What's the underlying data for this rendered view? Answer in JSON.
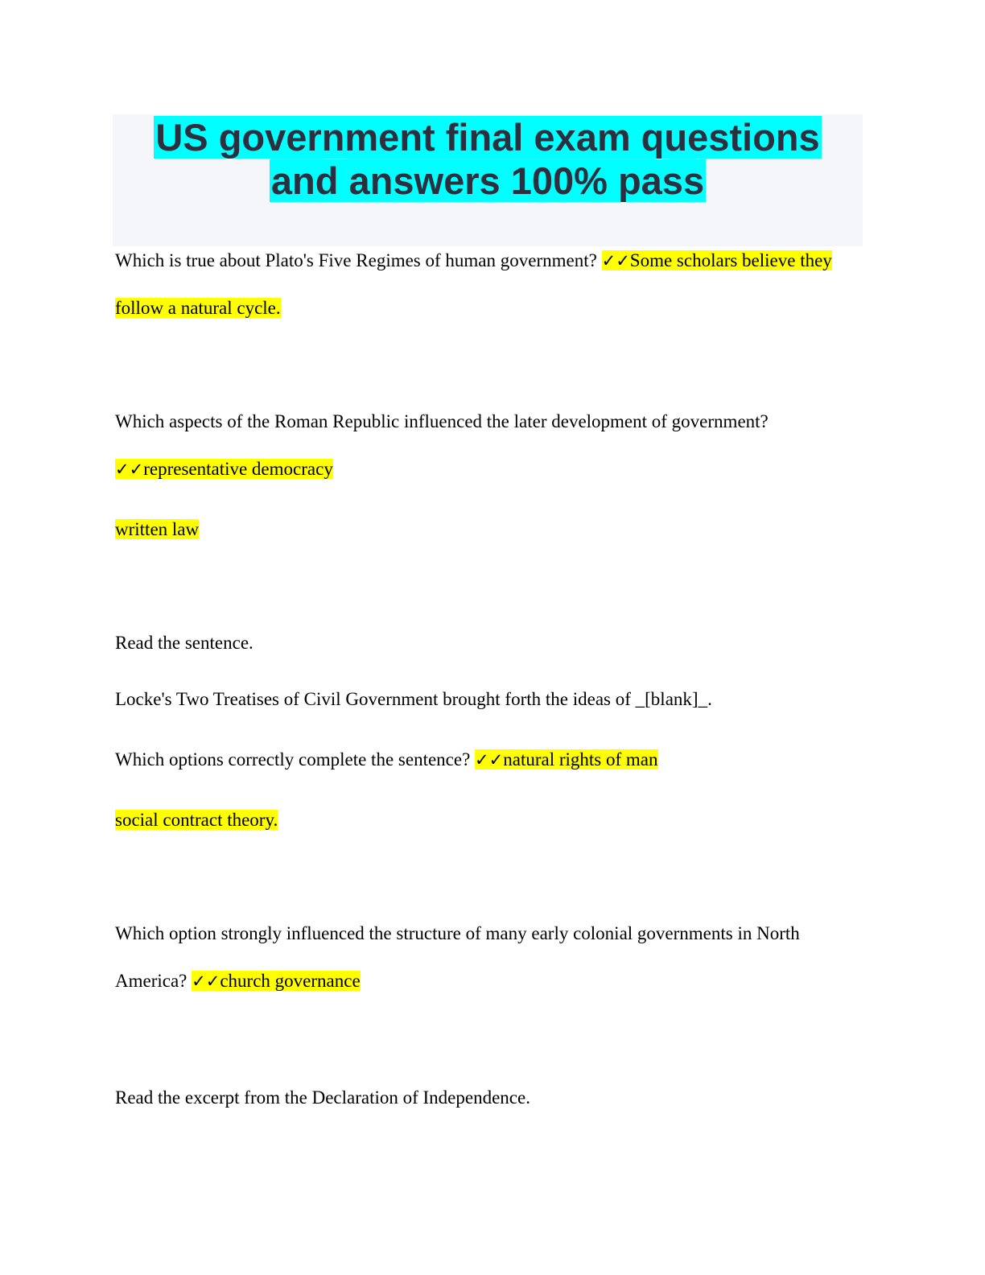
{
  "document": {
    "title_line1": "US government final exam questions",
    "title_line2": "and answers 100% pass",
    "colors": {
      "title_highlight": "#00ffff",
      "answer_highlight": "#ffff00",
      "title_bg": "#f5f6fa",
      "title_text": "#2b2f3e"
    },
    "check_mark": "✓✓",
    "questions": [
      {
        "question": "Which is true about Plato's Five Regimes of human government?",
        "answer_part1": "Some scholars believe they",
        "answer_part2": "follow a natural cycle."
      },
      {
        "question": "Which aspects of the Roman Republic influenced the later development of government?",
        "answer_part1": "representative democracy",
        "answer_part2": "written law"
      },
      {
        "intro": "Read the sentence.",
        "sentence": "Locke's Two Treatises of Civil Government brought forth the ideas of _[blank]_.",
        "question": "Which options correctly complete the sentence?",
        "answer_part1": "natural rights of man",
        "answer_part2": "social contract theory."
      },
      {
        "question_part1": "Which option strongly influenced the structure of many early colonial governments in North",
        "question_part2": "America?",
        "answer_part1": "church governance"
      },
      {
        "intro": "Read the excerpt from the Declaration of Independence."
      }
    ]
  }
}
